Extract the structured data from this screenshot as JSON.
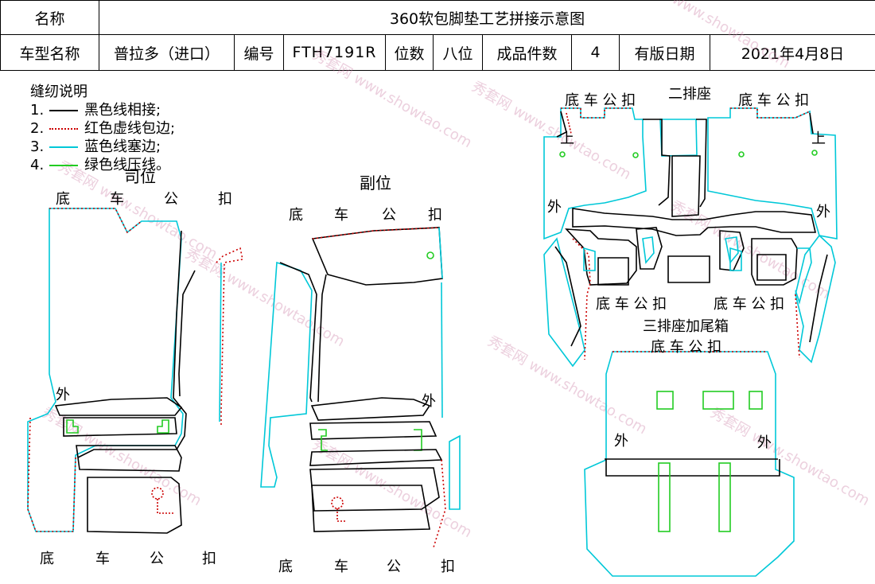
{
  "header": {
    "name_label": "名称",
    "title": "360软包脚垫工艺拼接示意图",
    "model_label": "车型名称",
    "model_value": "普拉多（进口）",
    "code_label": "编号",
    "code_value": "FTH7191R",
    "seats_label": "位数",
    "seats_value": "八位",
    "count_label": "成品件数",
    "count_value": "4",
    "date_label": "有版日期",
    "date_value": "2021年4月8日"
  },
  "legend": {
    "title": "缝纫说明",
    "items": [
      {
        "num": "1.",
        "text": "黑色线相接;",
        "color": "#000000",
        "style": "solid"
      },
      {
        "num": "2.",
        "text": "红色虚线包边;",
        "color": "#cc0000",
        "style": "dotted"
      },
      {
        "num": "3.",
        "text": "蓝色线塞边;",
        "color": "#00c8d8",
        "style": "solid"
      },
      {
        "num": "4.",
        "text": "绿色线压线。",
        "color": "#22cc22",
        "style": "solid"
      }
    ]
  },
  "labels": {
    "driver": "司位",
    "passenger": "副位",
    "second_row": "二排座",
    "third_row": "三排座加尾箱",
    "clip_spaced": "底 车 公 扣",
    "outer": "外",
    "up": "上",
    "clip_chars": [
      "底",
      "车",
      "公",
      "扣"
    ]
  },
  "watermark": {
    "brand": "秀套网",
    "site": "www.showtao.com"
  },
  "colors": {
    "stitch_black": "#000000",
    "binding_red": "#cc0000",
    "tuck_cyan": "#00c8d8",
    "press_green": "#22cc22"
  }
}
